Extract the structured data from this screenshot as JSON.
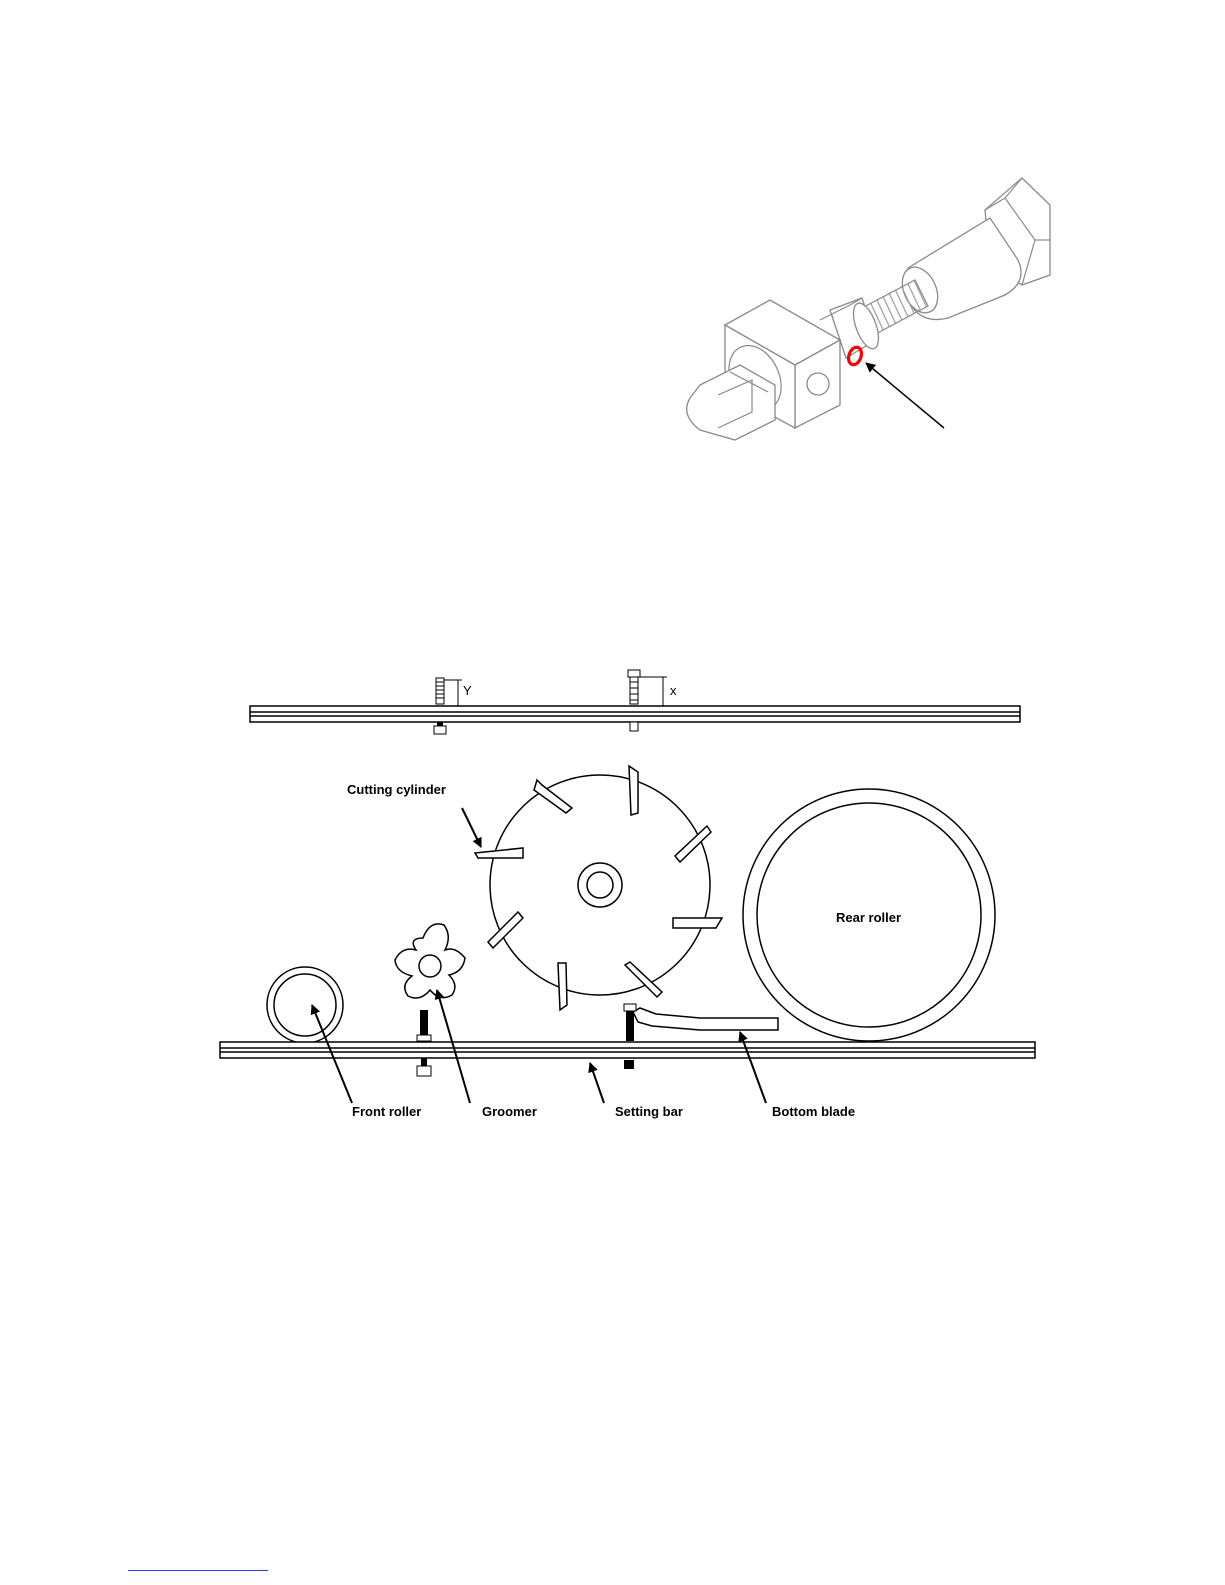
{
  "page": {
    "background": "#ffffff"
  },
  "figure_top": {
    "highlight_color": "#ff0000"
  },
  "figure_bottom": {
    "dimension_labels": {
      "y": "Y",
      "x": "x"
    },
    "labels": {
      "cutting_cylinder": "Cutting cylinder",
      "rear_roller": "Rear roller",
      "front_roller": "Front roller",
      "groomer": "Groomer",
      "setting_bar": "Setting bar",
      "bottom_blade": "Bottom blade"
    }
  },
  "footer": {
    "link_color": "#2a3cff"
  }
}
